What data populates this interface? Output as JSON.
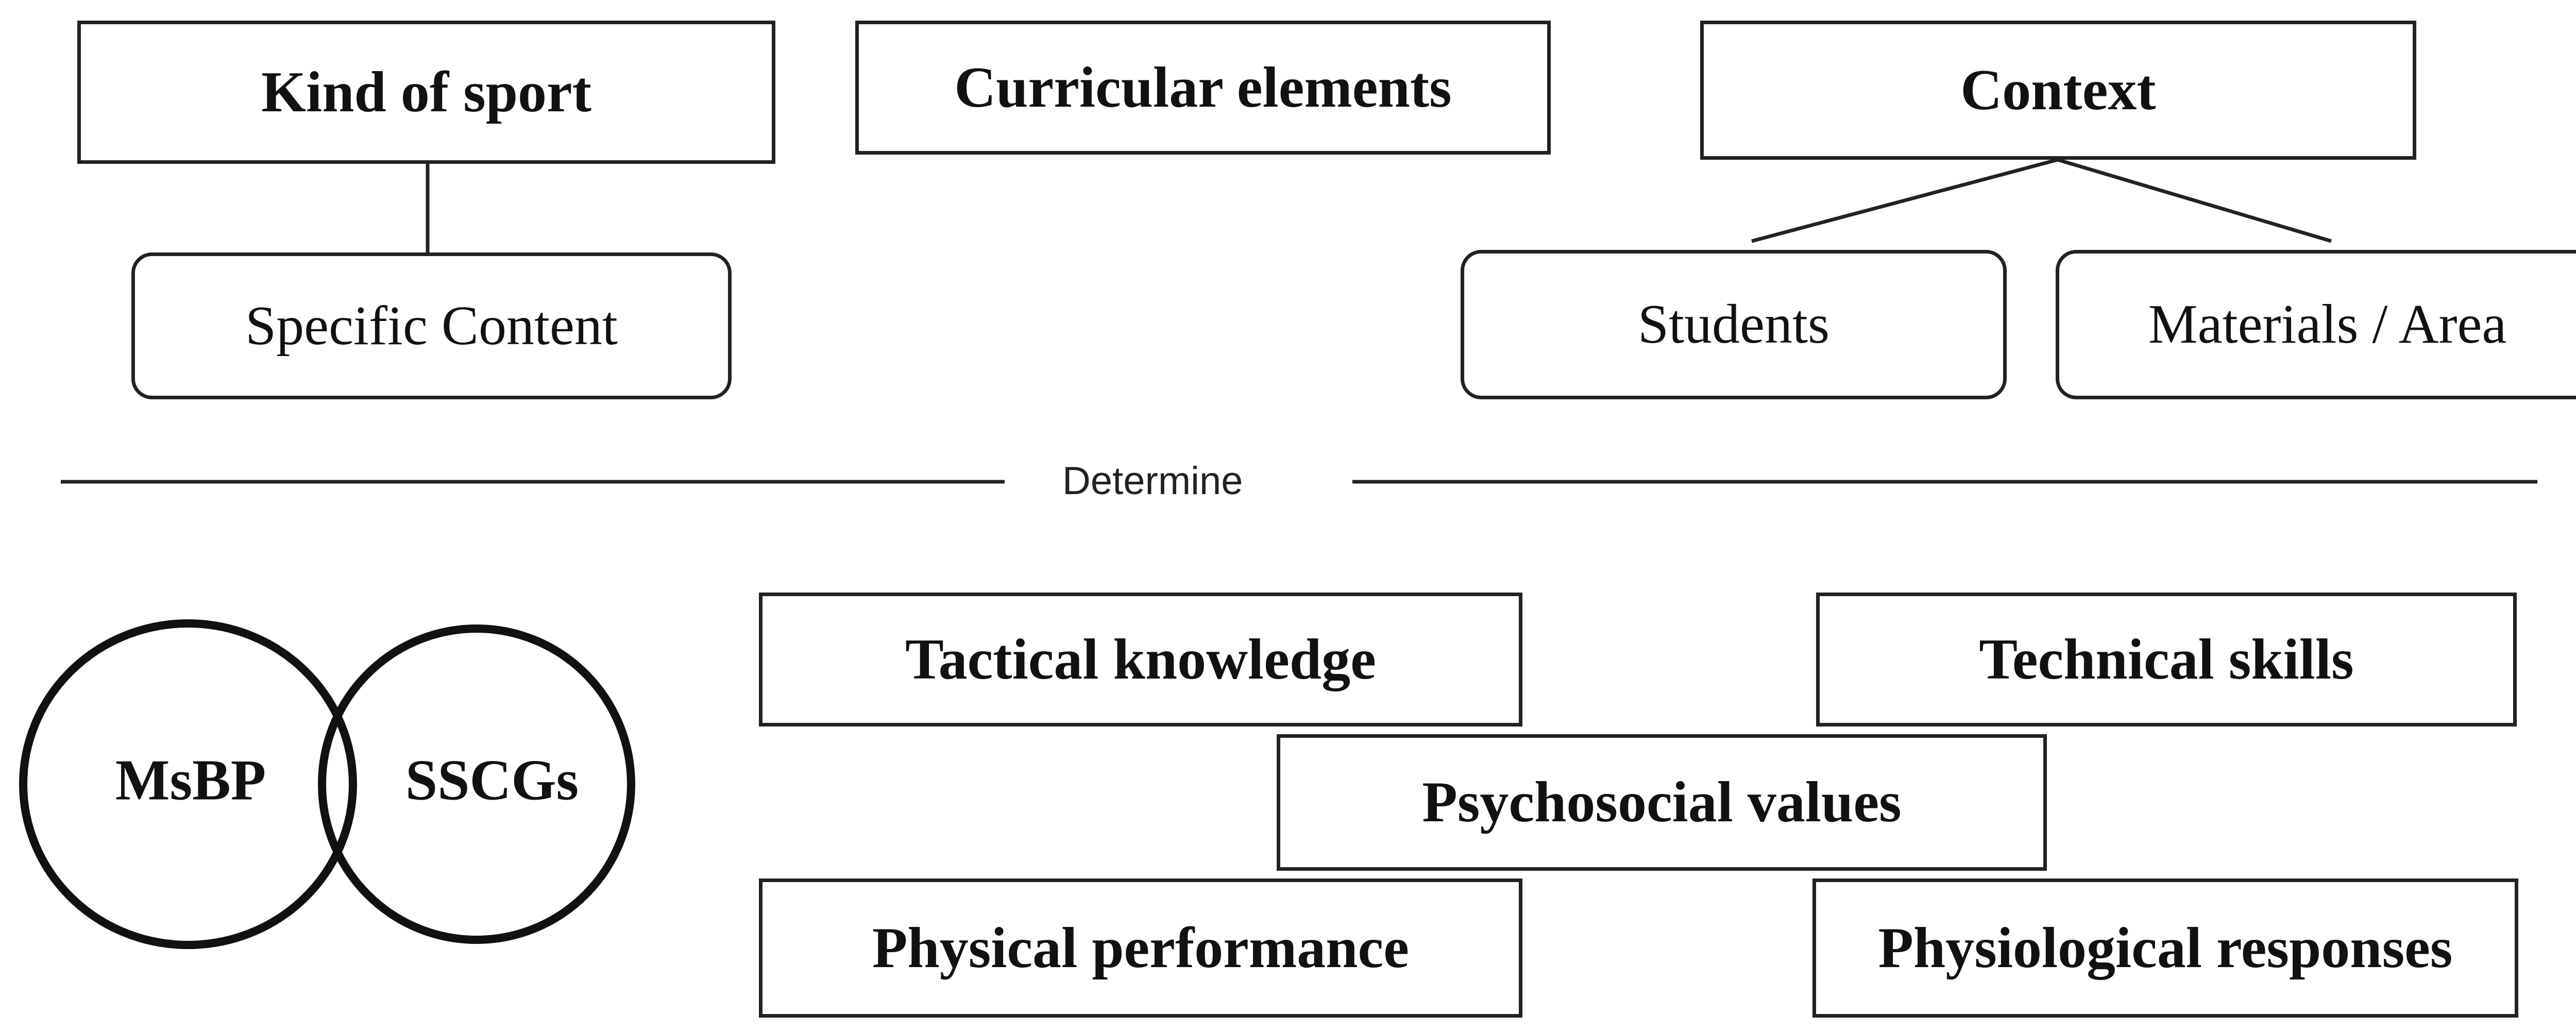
{
  "top_row": {
    "kind_of_sport": "Kind of sport",
    "curricular_elements": "Curricular elements",
    "context": "Context"
  },
  "second_row": {
    "specific_content": "Specific Content",
    "students": "Students",
    "materials_area": "Materials / Area"
  },
  "divider": {
    "label": "Determine"
  },
  "venn": {
    "left": "MsBP",
    "right": "SSCGs"
  },
  "outcomes": {
    "tactical_knowledge": "Tactical knowledge",
    "technical_skills": "Technical skills",
    "psychosocial_values": "Psychosocial values",
    "physical_performance": "Physical performance",
    "physiological_responses": "Physiological responses"
  }
}
